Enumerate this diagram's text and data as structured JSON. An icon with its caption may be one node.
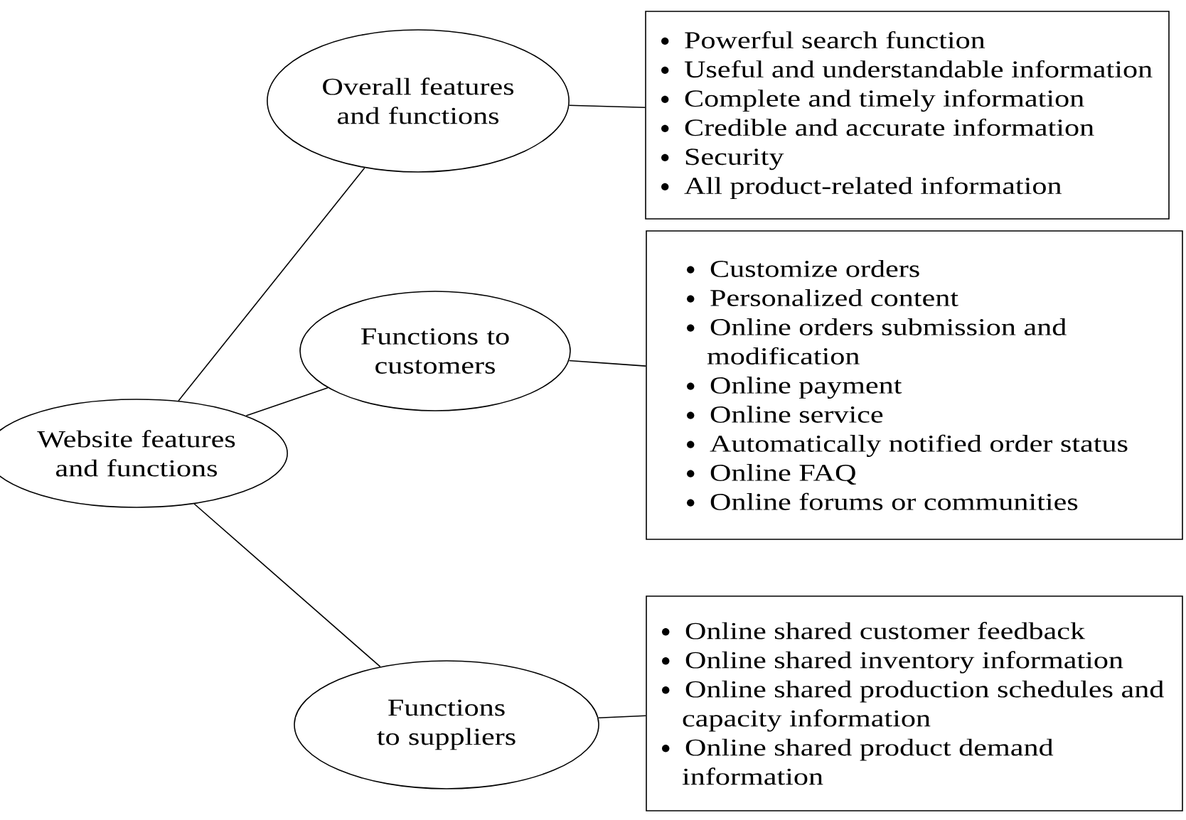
{
  "diagram": {
    "nodes": [
      {
        "text": [
          "Website features and functions"
        ]
      },
      {
        "text": [
          "Overall features and functions"
        ]
      },
      {
        "text": [
          "Powerful search function",
          "Useful and understandable information",
          "Complete and timely information",
          "Credible and accurate information",
          "Security",
          "All product-related information"
        ]
      },
      {
        "text": [
          "Functions to customers"
        ]
      },
      {
        "text": [
          "Customize orders",
          "Personalized content",
          "Online orders submission and modification",
          "Online payment",
          "Online service",
          "Automatically notified order status",
          "Online FAQ",
          "Online forums or communities"
        ]
      },
      {
        "text": [
          "Functions to suppliers"
        ]
      },
      {
        "text": [
          "Online shared customer feedback",
          "Online shared inventory information",
          "Online shared production schedules and capacity information",
          "Online shared product demand information"
        ]
      }
    ],
    "edges": [
      {
        "from": 0,
        "to": 1,
        "arrow": "none"
      },
      {
        "from": 0,
        "to": 3,
        "arrow": "none"
      },
      {
        "from": 0,
        "to": 5,
        "arrow": "none"
      },
      {
        "from": 1,
        "to": 2,
        "arrow": "none"
      },
      {
        "from": 3,
        "to": 4,
        "arrow": "none"
      },
      {
        "from": 5,
        "to": 6,
        "arrow": "none"
      }
    ]
  }
}
